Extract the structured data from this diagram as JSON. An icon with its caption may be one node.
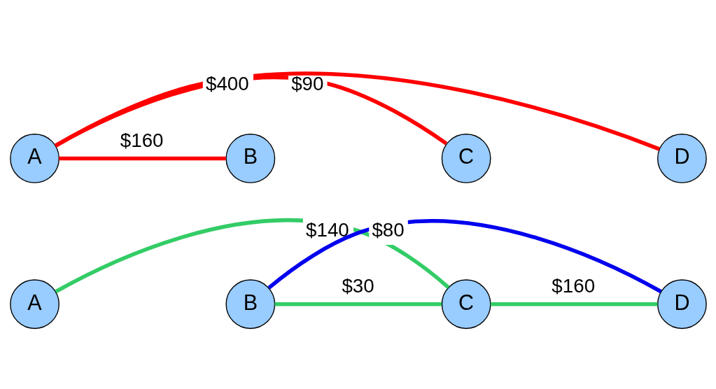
{
  "diagram": {
    "nodes": [
      {
        "text": [
          "A"
        ]
      },
      {
        "text": [
          "B"
        ]
      },
      {
        "text": [
          "C"
        ]
      },
      {
        "text": [
          "D"
        ]
      },
      {
        "text": [
          "A"
        ]
      },
      {
        "text": [
          "B"
        ]
      },
      {
        "text": [
          "C"
        ]
      },
      {
        "text": [
          "D"
        ]
      }
    ],
    "edges": [
      {
        "from": 0,
        "to": 1,
        "arrow": "none",
        "label": "$160",
        "color": "#ff0000"
      },
      {
        "from": 0,
        "to": 2,
        "arrow": "none",
        "label": "$90",
        "color": "#ff0000"
      },
      {
        "from": 0,
        "to": 3,
        "arrow": "none",
        "label": "$400",
        "color": "#ff0000"
      },
      {
        "from": 4,
        "to": 6,
        "arrow": "none",
        "label": "$140",
        "color": "#33cc66"
      },
      {
        "from": 5,
        "to": 6,
        "arrow": "none",
        "label": "$30",
        "color": "#33cc66"
      },
      {
        "from": 6,
        "to": 7,
        "arrow": "none",
        "label": "$160",
        "color": "#33cc66"
      },
      {
        "from": 5,
        "to": 7,
        "arrow": "none",
        "label": "$80",
        "color": "#0000ee"
      }
    ]
  }
}
